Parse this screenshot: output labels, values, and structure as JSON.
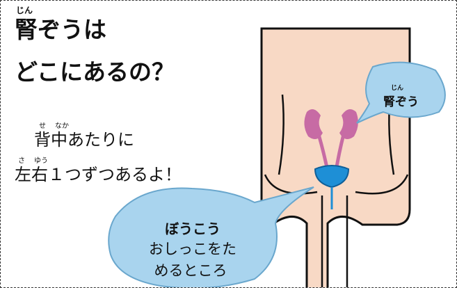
{
  "title": {
    "line1": "腎ぞうは",
    "line1_ruby": "じん",
    "line2": "どこにあるの？"
  },
  "body": {
    "line1": "背中あたりに",
    "line1_ruby_a": "せ",
    "line1_ruby_b": "なか",
    "line2": "左右１つずつあるよ！",
    "line2_ruby_a": "さ",
    "line2_ruby_b": "ゆう"
  },
  "kidney_label": {
    "text": "腎ぞう",
    "ruby": "じん"
  },
  "bladder_label": {
    "title": "ぼうこう",
    "desc_line1": "おしっこをた",
    "desc_line2": "めるところ"
  },
  "colors": {
    "skin": "#f8d9c5",
    "kidney": "#c76ba4",
    "bladder": "#1e8fd6",
    "bubble": "#a9d4ee",
    "bubble_stroke": "#6aa7cd"
  }
}
